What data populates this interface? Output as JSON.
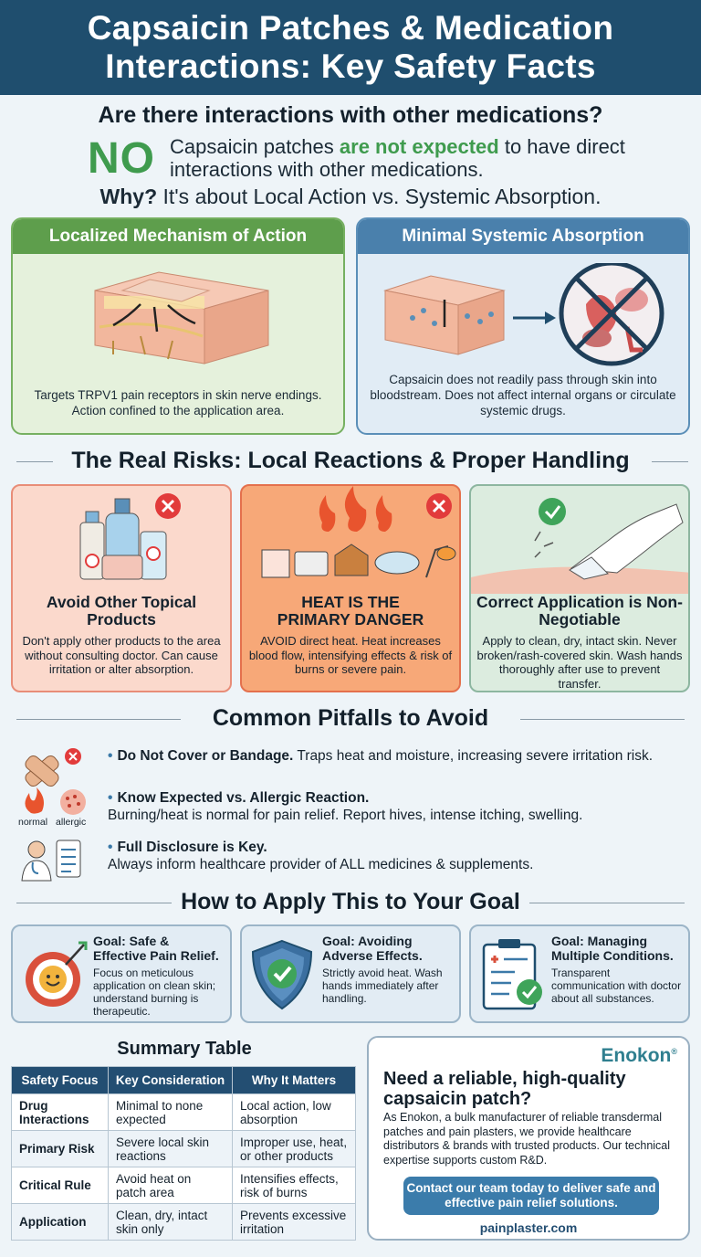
{
  "header": {
    "title_line1": "Capsaicin Patches & Medication",
    "title_line2": "Interactions: Key Safety Facts"
  },
  "question": "Are there interactions with other medications?",
  "answer": {
    "no": "NO",
    "text_before": "Capsaicin patches ",
    "text_highlight": "are not expected",
    "text_after": " to have direct interactions with other medications."
  },
  "why": {
    "label": "Why?",
    "text": " It's about Local Action vs. Systemic Absorption."
  },
  "mechanisms": {
    "local": {
      "title": "Localized Mechanism of Action",
      "desc": "Targets TRPV1 pain receptors in skin nerve endings. Action confined to the application area."
    },
    "systemic": {
      "title": "Minimal Systemic Absorption",
      "desc": "Capsaicin does not readily pass through skin into bloodstream. Does not affect internal organs or circulate systemic drugs."
    }
  },
  "risks_title": "The Real Risks: Local Reactions & Proper Handling",
  "risks": {
    "topical": {
      "title": "Avoid Other Topical Products",
      "desc": "Don't apply other products to the area without consulting doctor. Can cause irritation or alter absorption."
    },
    "heat": {
      "title_line1": "HEAT IS THE",
      "title_line2": "PRIMARY DANGER",
      "desc": "AVOID direct heat. Heat increases blood flow, intensifying effects & risk of burns or severe pain."
    },
    "application": {
      "title": "Correct Application is Non-Negotiable",
      "desc": "Apply to clean, dry, intact skin. Never broken/rash-covered skin. Wash hands thoroughly after use to prevent transfer."
    }
  },
  "pitfalls_title": "Common Pitfalls to Avoid",
  "pitfalls": [
    {
      "bold": "Do Not Cover or Bandage.",
      "text": " Traps heat and moisture, increasing severe irritation risk."
    },
    {
      "bold": "Know Expected vs. Allergic Reaction.",
      "text": "Burning/heat is normal for pain relief. Report hives, intense itching, swelling."
    },
    {
      "bold": "Full Disclosure is Key.",
      "text": "Always inform healthcare provider of ALL medicines & supplements."
    }
  ],
  "pitfall_icon_labels": {
    "normal": "normal",
    "allergic": "allergic"
  },
  "goals_title": "How to Apply This to Your Goal",
  "goals": {
    "safe": {
      "title": "Goal: Safe & Effective Pain Relief.",
      "desc": "Focus on meticulous application on clean skin; understand burning is therapeutic."
    },
    "adverse": {
      "title": "Goal: Avoiding Adverse Effects.",
      "desc": "Strictly avoid heat. Wash hands immediately after handling."
    },
    "multi": {
      "title": "Goal: Managing Multiple Conditions.",
      "desc": "Transparent communication with doctor about all substances."
    }
  },
  "summary": {
    "title": "Summary Table",
    "headers": [
      "Safety Focus",
      "Key Consideration",
      "Why It Matters"
    ],
    "rows": [
      [
        "Drug Interactions",
        "Minimal to none expected",
        "Local action, low absorption"
      ],
      [
        "Primary Risk",
        "Severe local skin reactions",
        "Improper use, heat, or other products"
      ],
      [
        "Critical Rule",
        "Avoid heat on patch area",
        "Intensifies effects, risk of burns"
      ],
      [
        "Application",
        "Clean, dry, intact skin only",
        "Prevents excessive irritation"
      ]
    ]
  },
  "ad": {
    "brand": "Enokon",
    "brand_mark": "®",
    "headline": "Need a reliable, high-quality capsaicin patch?",
    "body": "As Enokon, a bulk manufacturer of reliable transdermal patches and pain plasters, we provide healthcare distributors & brands with trusted products. Our technical expertise supports custom R&D.",
    "cta": "Contact our team today to deliver safe and effective pain relief solutions.",
    "url": "painplaster.com"
  },
  "colors": {
    "header": "#1f4e6e",
    "green": "#3f9b4e",
    "blue": "#4a80ac",
    "red": "#e23b3b"
  },
  "icons": [
    "skin-layers-icon",
    "no-organs-icon",
    "lotion-bottles-icon",
    "heat-sources-icon",
    "wiping-skin-icon",
    "bandage-icon",
    "flame-icon",
    "rash-icon",
    "doctor-icon",
    "target-icon",
    "shield-check-icon",
    "clipboard-icon"
  ]
}
